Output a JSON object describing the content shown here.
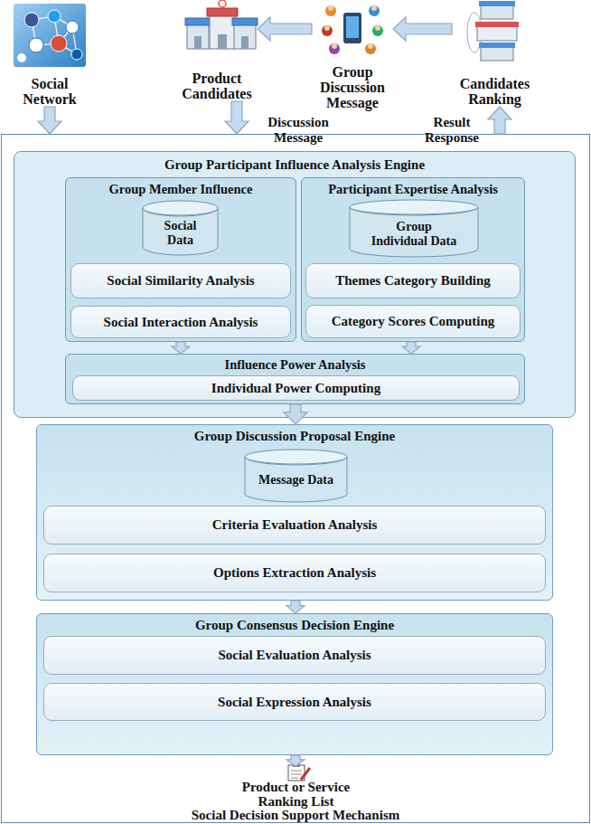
{
  "diagram": {
    "nodes": [
      {
        "text": [
          "Social Network"
        ]
      },
      {
        "text": [
          "Product Candidates"
        ]
      },
      {
        "text": [
          "Group Discussion Message"
        ]
      },
      {
        "text": [
          "Candidates Ranking"
        ]
      },
      {
        "text": [
          "Social Decision Support Mechanism"
        ]
      },
      {
        "text": [
          "Group Participant Influence Analysis Engine"
        ],
        "in": 4
      },
      {
        "text": [
          "Group Member Influence"
        ],
        "in": 5
      },
      {
        "text": [
          "Social Data"
        ],
        "in": 6
      },
      {
        "text": [
          "Social Similarity Analysis"
        ],
        "in": 6
      },
      {
        "text": [
          "Social Interaction Analysis"
        ],
        "in": 6
      },
      {
        "text": [
          "Participant Expertise Analysis"
        ],
        "in": 5
      },
      {
        "text": [
          "Group Individual Data"
        ],
        "in": 10
      },
      {
        "text": [
          "Themes Category Building"
        ],
        "in": 10
      },
      {
        "text": [
          "Category Scores Computing"
        ],
        "in": 10
      },
      {
        "text": [
          "Influence Power Analysis"
        ],
        "in": 5
      },
      {
        "text": [
          "Individual Power Computing"
        ],
        "in": 14
      },
      {
        "text": [
          "Group Discussion Proposal Engine"
        ],
        "in": 4
      },
      {
        "text": [
          "Message Data"
        ],
        "in": 16
      },
      {
        "text": [
          "Criteria Evaluation Analysis"
        ],
        "in": 16
      },
      {
        "text": [
          "Options Extraction Analysis"
        ],
        "in": 16
      },
      {
        "text": [
          "Group Consensus Decision Engine"
        ],
        "in": 4
      },
      {
        "text": [
          "Social Evaluation Analysis"
        ],
        "in": 20
      },
      {
        "text": [
          "Social Expression Analysis"
        ],
        "in": 20
      },
      {
        "text": [
          "Product or Service Ranking List"
        ],
        "in": 4
      }
    ],
    "edges": [
      {
        "from": 2,
        "to": 1,
        "arrow": "to"
      },
      {
        "from": 3,
        "to": 2,
        "arrow": "to"
      },
      {
        "from": 0,
        "to": 4,
        "arrow": "to"
      },
      {
        "from": 1,
        "to": 4,
        "label": "Discussion Message",
        "arrow": "to"
      },
      {
        "from": 4,
        "to": 3,
        "label": "Result Response",
        "arrow": "to"
      },
      {
        "from": 6,
        "to": 14,
        "arrow": "to"
      },
      {
        "from": 10,
        "to": 14,
        "arrow": "to"
      },
      {
        "from": 14,
        "to": 16,
        "arrow": "to"
      },
      {
        "from": 16,
        "to": 20,
        "arrow": "to"
      },
      {
        "from": 20,
        "to": 23,
        "arrow": "to"
      }
    ]
  }
}
